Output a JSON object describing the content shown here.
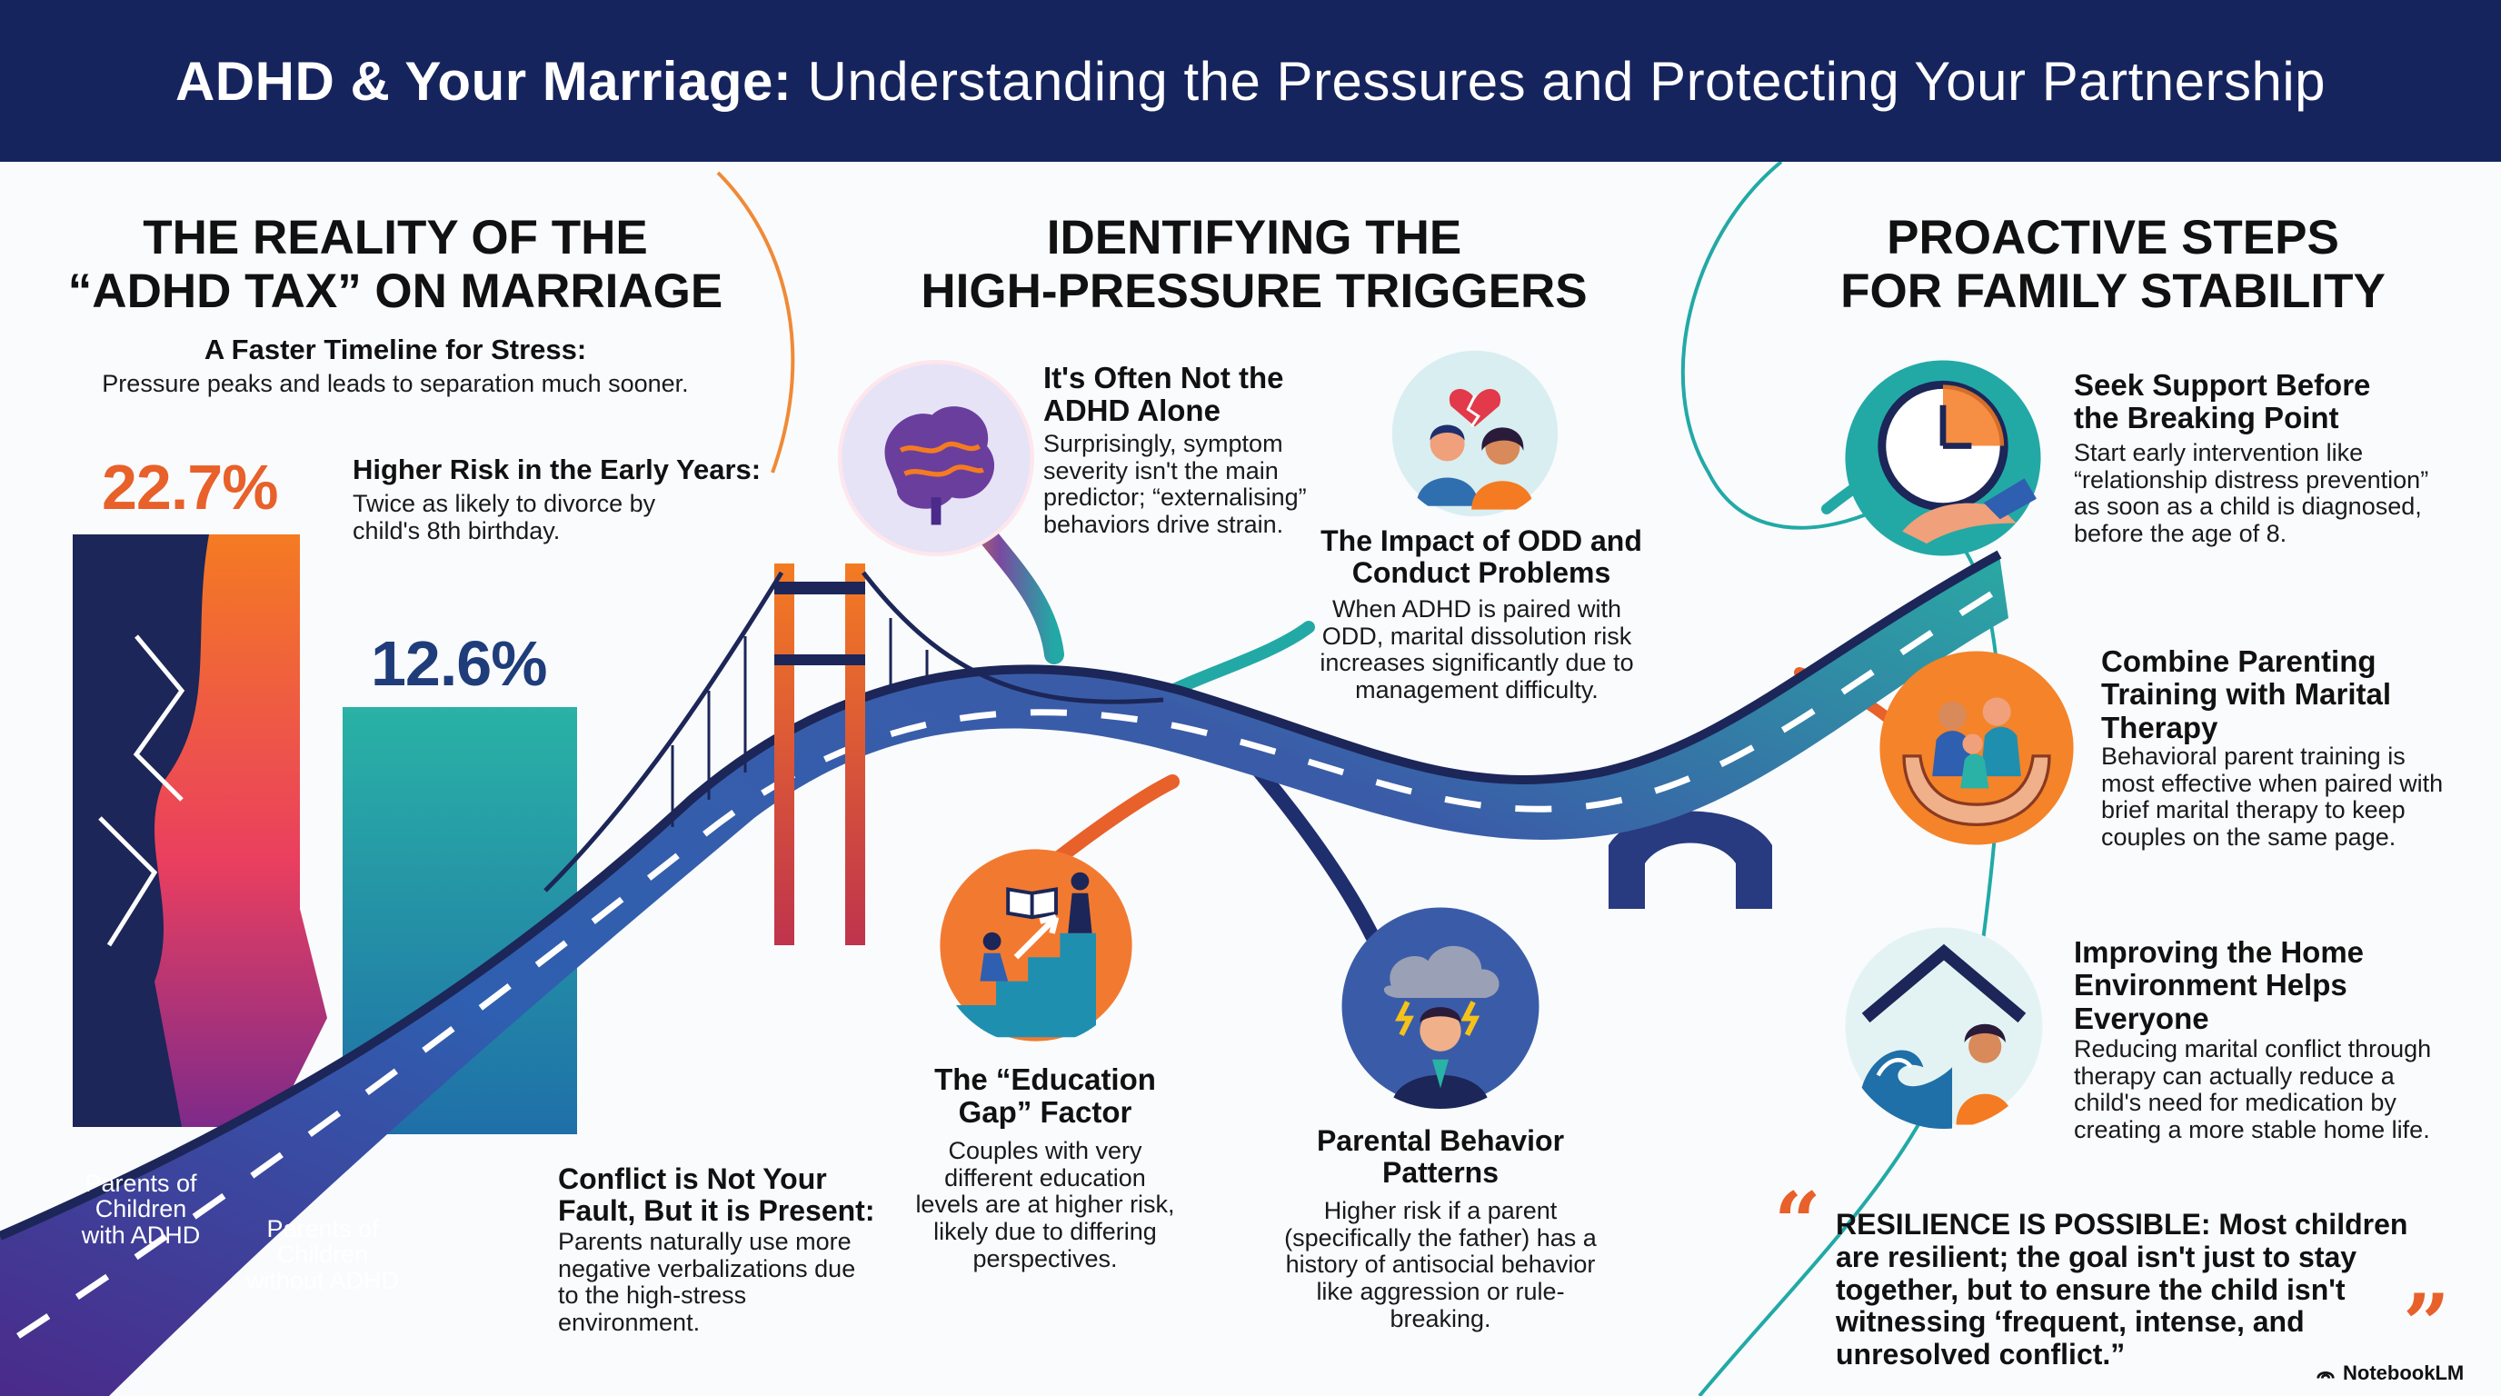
{
  "header": {
    "title_bold": "ADHD & Your Marriage:",
    "title_rest": " Understanding the Pressures and Protecting Your Partnership"
  },
  "left": {
    "title_line1": "THE REALITY OF THE",
    "title_line2": "“ADHD TAX” ON MARRIAGE",
    "timeline_heading": "A Faster Timeline for Stress:",
    "timeline_text": "Pressure peaks and leads to separation much sooner.",
    "stat_adhd": "22.7%",
    "stat_no_adhd": "12.6%",
    "risk_heading": "Higher Risk in the Early Years:",
    "risk_text_line1": "Twice as likely to divorce by",
    "risk_text_line2": "child's 8th birthday.",
    "bar_adhd_label_line1": "Parents of",
    "bar_adhd_label_line2": "Children",
    "bar_adhd_label_line3": "with ADHD",
    "bar_no_adhd_label_line1": "Parents of",
    "bar_no_adhd_label_line2": "Children",
    "bar_no_adhd_label_line3": "without ADHD",
    "conflict_heading": "Conflict is Not Your Fault, But it is Present:",
    "conflict_text": "Parents naturally use more negative verbalizations due to the high-stress environment."
  },
  "middle": {
    "title_line1": "IDENTIFYING THE",
    "title_line2": "HIGH-PRESSURE TRIGGERS",
    "not_alone_heading": "It's Often Not the ADHD Alone",
    "not_alone_text": "Surprisingly, symptom severity isn't the main predictor; “externalising” behaviors drive strain.",
    "odd_heading": "The Impact of ODD and Conduct Problems",
    "odd_text": "When ADHD is paired with ODD, marital dissolution risk increases significantly due to management difficulty.",
    "education_heading": "The “Education Gap” Factor",
    "education_text": "Couples with very different education levels are at higher risk, likely due to differing perspectives.",
    "parental_heading": "Parental Behavior Patterns",
    "parental_text": "Higher risk if a parent (specifically the father) has a history of antisocial behavior like aggression or rule-breaking."
  },
  "right": {
    "title_line1": "PROACTIVE STEPS",
    "title_line2": "FOR FAMILY STABILITY",
    "support_heading": "Seek Support Before the Breaking Point",
    "support_text": "Start early intervention like “relationship distress prevention” as soon as a child is diagnosed, before the age of 8.",
    "combine_heading": "Combine Parenting Training with Marital Therapy",
    "combine_text": "Behavioral parent training is most effective when paired with brief marital therapy to keep couples on the same page.",
    "home_heading": "Improving the Home Environment Helps Everyone",
    "home_text": "Reducing marital conflict through therapy can actually reduce a child's need for medication by creating a more stable home life.",
    "quote_bold": "RESILIENCE IS POSSIBLE:",
    "quote_text": " Most children are resilient; the goal isn't just to stay together, but to ensure the child isn't witnessing ‘frequent, intense, and unresolved conflict.”"
  },
  "footer": {
    "brand": "NotebookLM"
  },
  "icons": {
    "brain": "brain-icon",
    "couple": "broken-heart-couple-icon",
    "education": "education-stairs-icon",
    "parent": "storm-cloud-father-icon",
    "clock": "clock-hands-icon",
    "family": "family-hands-icon",
    "home": "house-wave-icon"
  },
  "colors": {
    "header_bg": "#16245e",
    "orange": "#f0792c",
    "teal": "#20a9a5",
    "navy": "#1f2f6e",
    "purple": "#6a3e9d"
  }
}
